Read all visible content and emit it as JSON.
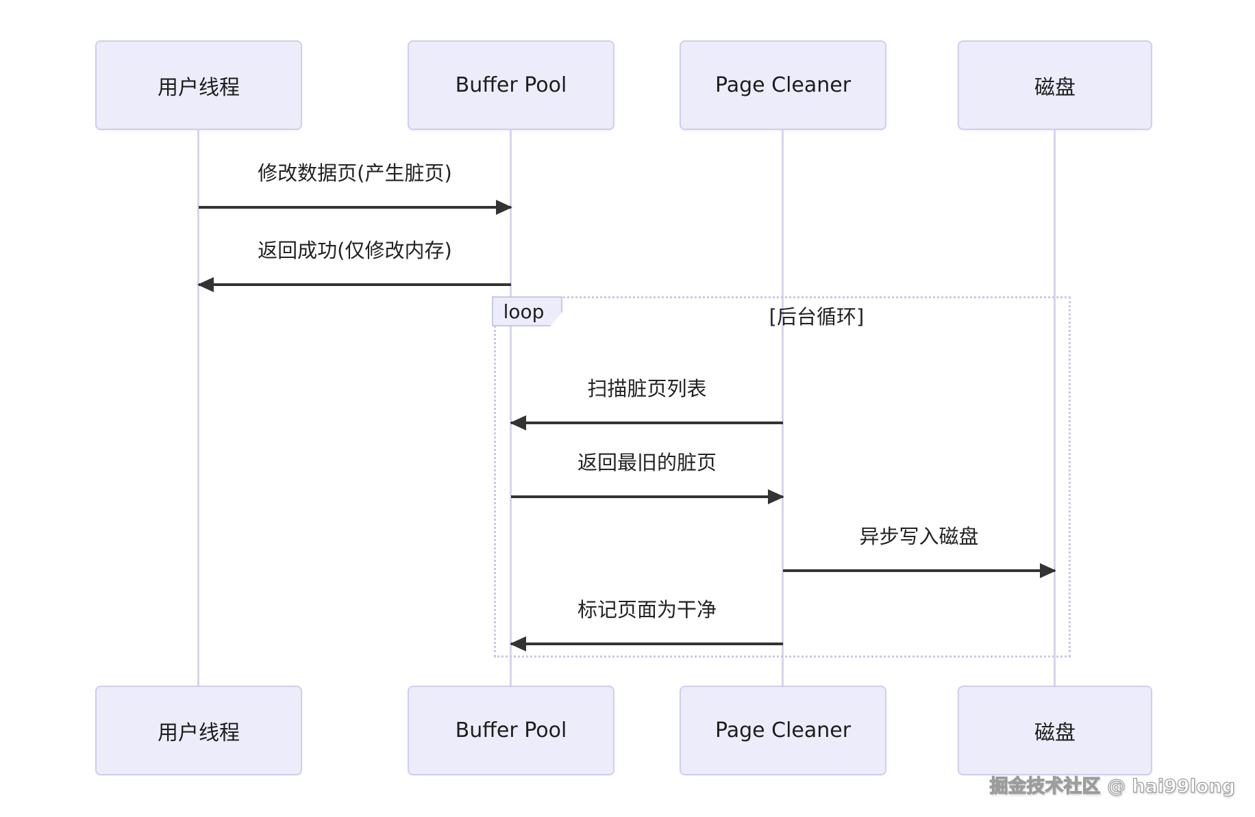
{
  "diagram": {
    "type": "sequence",
    "actors": [
      {
        "id": "user-thread",
        "name": "用户线程"
      },
      {
        "id": "buffer-pool",
        "name": "Buffer Pool"
      },
      {
        "id": "page-cleaner",
        "name": "Page Cleaner"
      },
      {
        "id": "disk",
        "name": "磁盘"
      }
    ],
    "messages": [
      {
        "label": "修改数据页(产生脏页)",
        "from": "用户线程",
        "to": "Buffer Pool",
        "direction": "right"
      },
      {
        "label": "返回成功(仅修改内存)",
        "from": "Buffer Pool",
        "to": "用户线程",
        "direction": "left"
      },
      {
        "label": "扫描脏页列表",
        "from": "Page Cleaner",
        "to": "Buffer Pool",
        "direction": "left"
      },
      {
        "label": "返回最旧的脏页",
        "from": "Buffer Pool",
        "to": "Page Cleaner",
        "direction": "right"
      },
      {
        "label": "异步写入磁盘",
        "from": "Page Cleaner",
        "to": "磁盘",
        "direction": "right"
      },
      {
        "label": "标记页面为干净",
        "from": "Page Cleaner",
        "to": "Buffer Pool",
        "direction": "left"
      }
    ],
    "loop": {
      "label": "loop",
      "condition": "[后台循环]"
    },
    "watermark": "掘金技术社区 @ hai99long",
    "colors": {
      "background": "#ffffff",
      "actor_fill": "#ececfb",
      "actor_border": "#cfcfec",
      "lifeline": "#d5d5ee",
      "loop_border": "#c8c8e6",
      "arrow": "#333333",
      "text": "#1d1d1d"
    }
  }
}
